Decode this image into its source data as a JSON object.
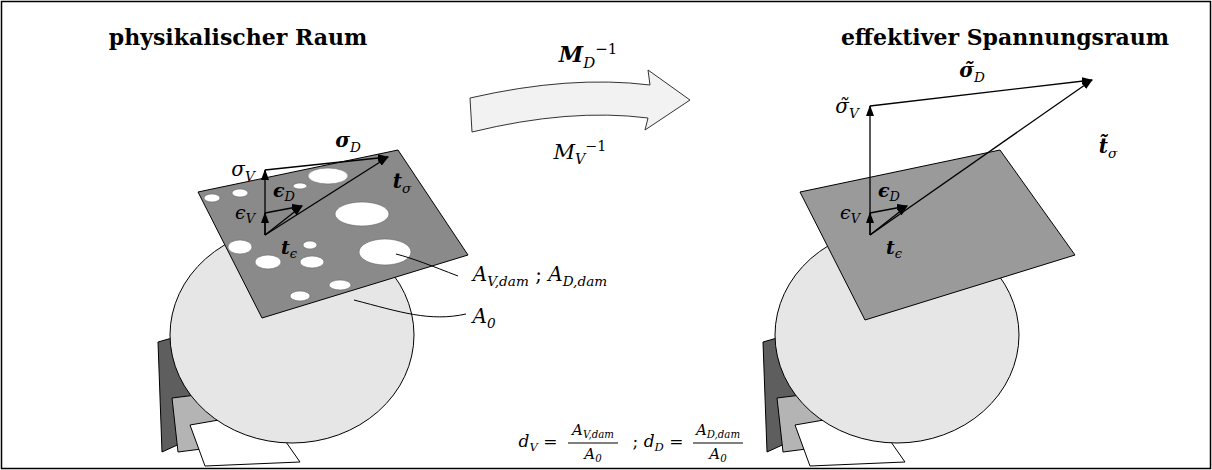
{
  "diagram": {
    "labels": [
      "physikalischer Raum",
      "effektiver Spannungsraum",
      "MD−1",
      "MV−1",
      "σV",
      "σD",
      "tσ",
      "ϵV",
      "ϵD",
      "tϵ",
      "AV,dam ; AD,dam",
      "A0",
      "dV =",
      "AV,dam",
      "A0",
      "; dD =",
      "AD,dam",
      "A0",
      "σ̃V",
      "σ̃D",
      "t̃σ",
      "ϵV",
      "ϵD",
      "tϵ"
    ]
  }
}
